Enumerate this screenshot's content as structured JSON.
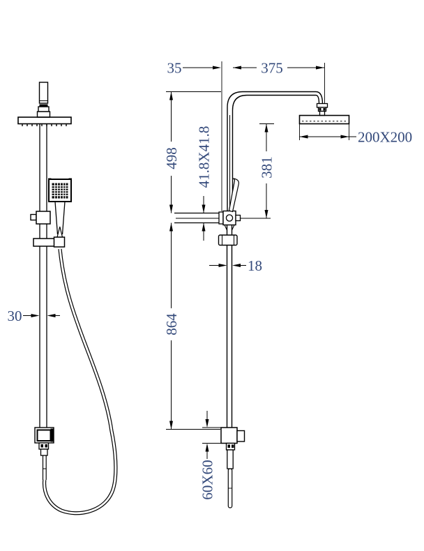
{
  "drawing": {
    "subject": "twin rail shower set - front and side elevation technical drawing",
    "units": "mm",
    "colors": {
      "line": "#000000",
      "dimension_text": "#33497a",
      "background": "#ffffff"
    },
    "dimensions": {
      "wall_offset": "35",
      "arm_length": "375",
      "overhead_shower_size": "200X200",
      "upper_section_height": "498",
      "bracket_section": "41.8X41.8",
      "head_to_bracket": "381",
      "pipe_width": "18",
      "lower_section_height": "864",
      "rail_width": "30",
      "bottom_bracket_size": "60X60"
    }
  }
}
